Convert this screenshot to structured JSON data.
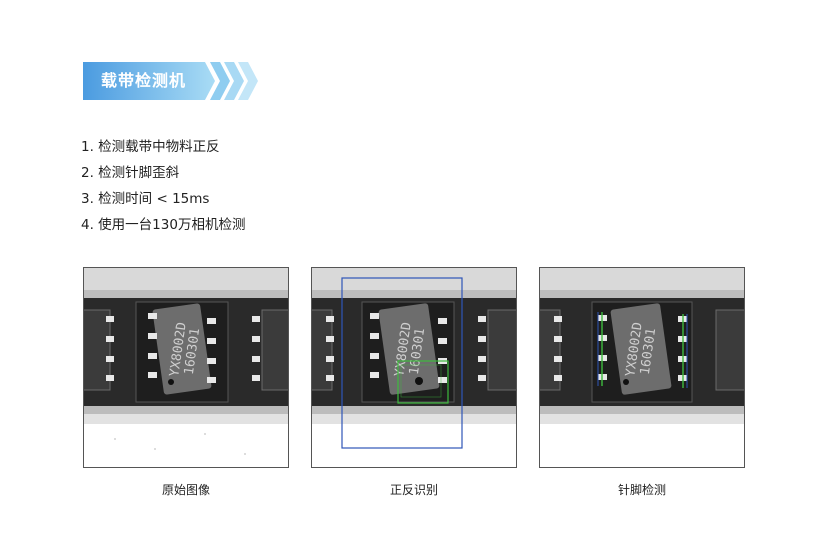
{
  "header": {
    "title": "载带检测机",
    "colors": {
      "start": "#4b9be0",
      "end": "#b8e4f8"
    }
  },
  "features": [
    "1. 检测载带中物料正反",
    "2. 检测针脚歪斜",
    "3. 检测时间 < 15ms",
    "4. 使用一台130万相机检测"
  ],
  "panels": [
    {
      "caption": "原始图像",
      "chip_text": [
        "YX8002D",
        "160301"
      ],
      "overlay": "none"
    },
    {
      "caption": "正反识别",
      "chip_text": [
        "YX8002D",
        "160301"
      ],
      "overlay": "orientation-boxes",
      "box_colors": [
        "#2f55b8",
        "#3dbb3d"
      ]
    },
    {
      "caption": "针脚检测",
      "chip_text": [
        "YX8002D",
        "160301"
      ],
      "overlay": "pin-lines",
      "line_colors": [
        "#3dbb3d",
        "#2f55b8"
      ]
    }
  ]
}
